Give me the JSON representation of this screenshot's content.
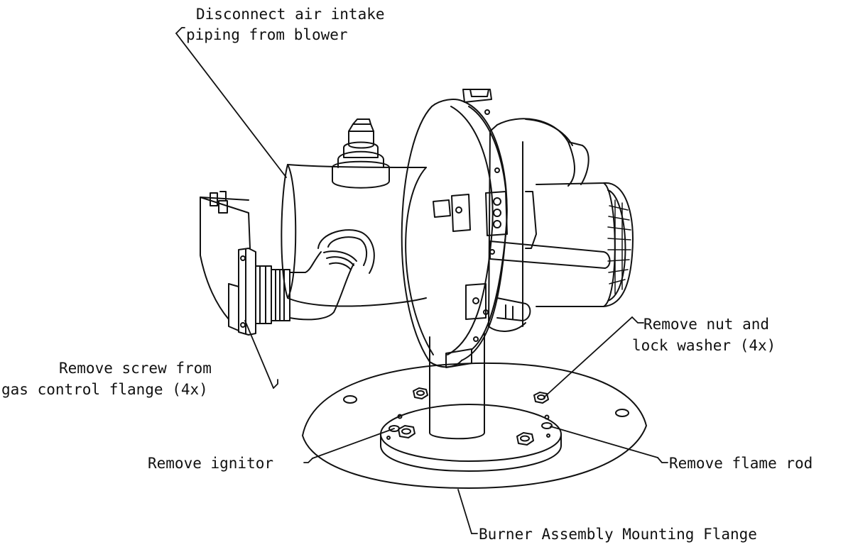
{
  "callouts": {
    "air_intake_line1": "Disconnect air intake",
    "air_intake_line2": "piping from blower",
    "screw_line1": "Remove screw from",
    "screw_line2": "gas control flange (4x)",
    "nut_line1": "Remove nut and",
    "nut_line2": "lock washer (4x)",
    "ignitor": "Remove ignitor",
    "flame_rod": "Remove flame rod",
    "mounting_flange": "Burner Assembly Mounting Flange"
  },
  "colors": {
    "line": "#111111",
    "background": "#ffffff"
  }
}
